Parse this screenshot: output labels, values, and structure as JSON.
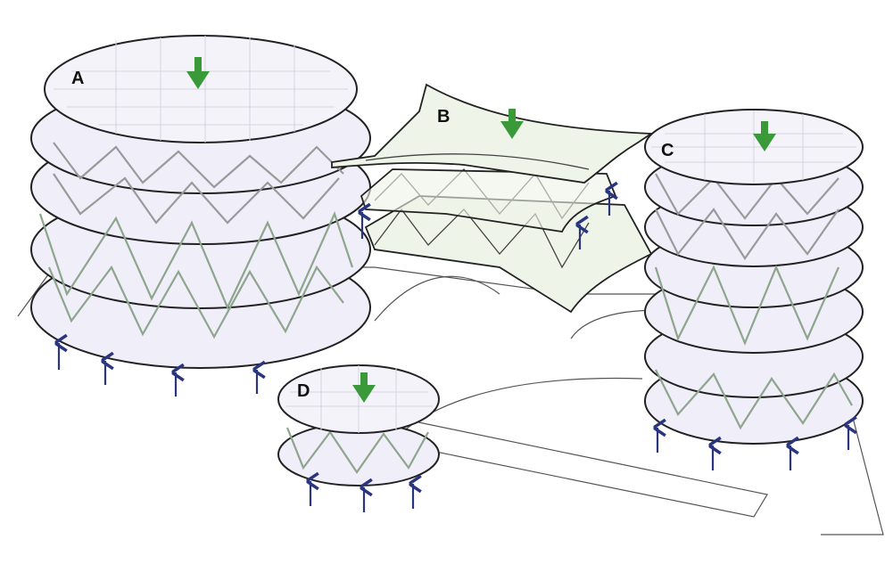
{
  "buildings": [
    {
      "id": "A",
      "label": "A"
    },
    {
      "id": "B",
      "label": "B"
    },
    {
      "id": "C",
      "label": "C"
    },
    {
      "id": "D",
      "label": "D"
    }
  ],
  "colors": {
    "load_arrow": "#3a9a3a",
    "support_arrow": "#2a3580",
    "floor_fill": "#f0eef8",
    "canopy_fill": "#eff4e8"
  },
  "icons": {
    "load": "down-arrow-icon",
    "support": "up-arrow-icon"
  }
}
